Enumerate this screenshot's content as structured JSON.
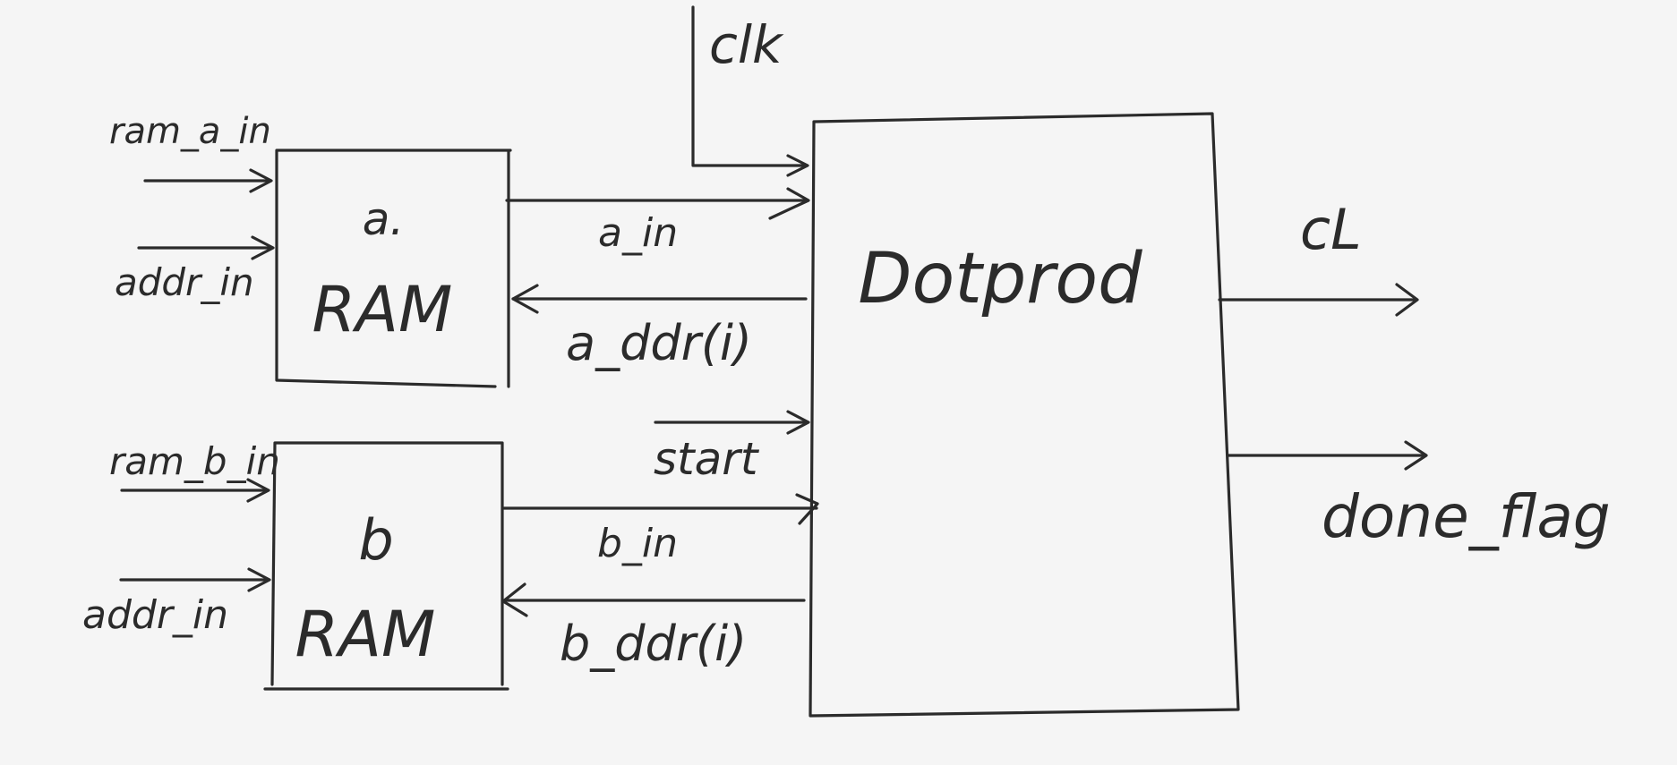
{
  "diagram": {
    "blocks": {
      "ram_a": {
        "line1": "a.",
        "line2": "RAM"
      },
      "ram_b": {
        "line1": "b",
        "line2": "RAM"
      },
      "dotprod": {
        "label": "Dotprod"
      }
    },
    "signals": {
      "clk": "clk",
      "ram_a_in": "ram_a_in",
      "addr_in_a": "addr_in",
      "ram_b_in": "ram_b_in",
      "addr_in_b": "addr_in",
      "a_in": "a_in",
      "a_ddr_i": "a_ddr(i)",
      "start": "start",
      "b_in": "b_in",
      "b_ddr_i": "b_ddr(i)",
      "c": "cL",
      "done_flag": "done_flag"
    },
    "colors": {
      "ink": "#2b2b2b",
      "background": "#f5f5f5"
    }
  }
}
